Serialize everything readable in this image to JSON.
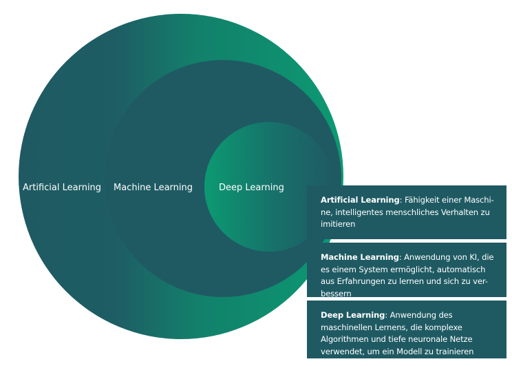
{
  "circles": [
    {
      "id": "ai",
      "label": "Artificial Learning"
    },
    {
      "id": "ml",
      "label": "Machine Learning"
    },
    {
      "id": "dl",
      "label": "Deep Learning"
    }
  ],
  "colors": {
    "dark_teal": "#1f5a63",
    "green": "#0c9a72",
    "box_background": "#1f5a63",
    "text": "#ffffff"
  },
  "definitions": [
    {
      "term": "Artificial Learning",
      "separator": ":",
      "text": "Fähigkeit einer Maschi-ne, intelligentes menschliches Verhalten zu imitieren"
    },
    {
      "term": "Machine Learning",
      "separator": ":",
      "text": "Anwendung von KI, die es einem System ermöglicht, automatisch aus Erfahrungen zu lernen und sich zu ver-bessern"
    },
    {
      "term": "Deep Learning",
      "separator": ":",
      "text": "Anwendung des maschinellen Lernens, die komplexe Algorithmen und tiefe neuronale Netze verwendet, um ein Modell zu trainieren"
    }
  ]
}
